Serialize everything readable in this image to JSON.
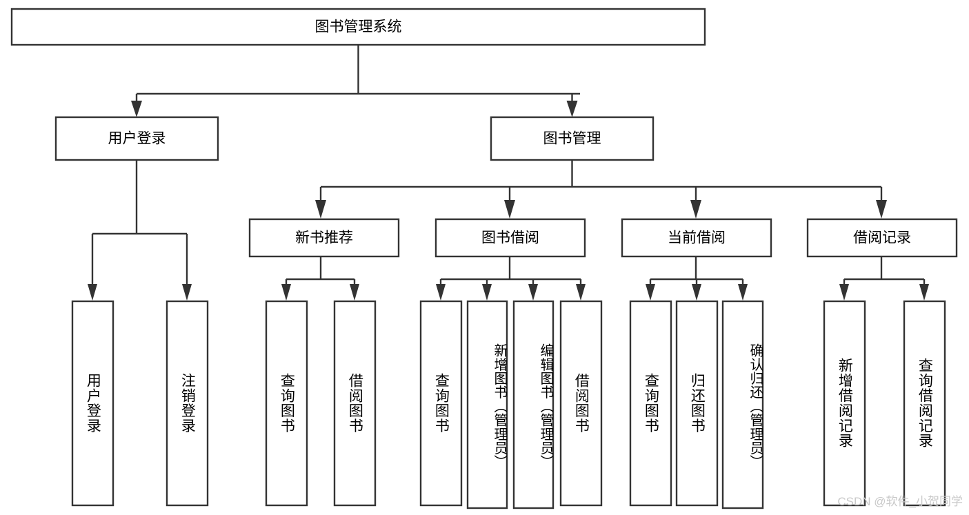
{
  "diagram": {
    "title": "图书管理系统",
    "type": "tree",
    "orientation": "top-down",
    "watermark": "CSDN @软件_小贺同学",
    "colors": {
      "box_stroke": "#333333",
      "box_fill": "#ffffff",
      "connector": "#333333",
      "label_text": "#000000",
      "watermark_text": "#c9c9c9",
      "background": "#ffffff"
    },
    "nodes": {
      "root": {
        "label": "图书管理系统",
        "level": 1
      },
      "user_login": {
        "label": "用户登录",
        "level": 2
      },
      "book_manage": {
        "label": "图书管理",
        "level": 2
      },
      "new_book_rec": {
        "label": "新书推荐",
        "level": 3
      },
      "book_borrow": {
        "label": "图书借阅",
        "level": 3
      },
      "current_borrow": {
        "label": "当前借阅",
        "level": 3
      },
      "borrow_record": {
        "label": "借阅记录",
        "level": 3
      }
    },
    "leaves": {
      "user_login_1": {
        "label": "用户登录"
      },
      "user_login_2": {
        "label": "注销登录"
      },
      "new_book_rec_1": {
        "label": "查询图书"
      },
      "new_book_rec_2": {
        "label": "借阅图书"
      },
      "book_borrow_1": {
        "label": "查询图书"
      },
      "book_borrow_2": {
        "label": "新增图书（管理员）"
      },
      "book_borrow_3": {
        "label": "编辑图书（管理员）"
      },
      "book_borrow_4": {
        "label": "借阅图书"
      },
      "current_borrow_1": {
        "label": "查询图书"
      },
      "current_borrow_2": {
        "label": "归还图书"
      },
      "current_borrow_3": {
        "label": "确认归还（管理员）"
      },
      "borrow_record_1": {
        "label": "新增借阅记录"
      },
      "borrow_record_2": {
        "label": "查询借阅记录"
      }
    }
  },
  "chart_data": {
    "type": "diagram",
    "title": "图书管理系统",
    "tree": [
      {
        "label": "图书管理系统",
        "children": [
          {
            "label": "用户登录",
            "children": [
              {
                "label": "用户登录"
              },
              {
                "label": "注销登录"
              }
            ]
          },
          {
            "label": "图书管理",
            "children": [
              {
                "label": "新书推荐",
                "children": [
                  {
                    "label": "查询图书"
                  },
                  {
                    "label": "借阅图书"
                  }
                ]
              },
              {
                "label": "图书借阅",
                "children": [
                  {
                    "label": "查询图书"
                  },
                  {
                    "label": "新增图书（管理员）"
                  },
                  {
                    "label": "编辑图书（管理员）"
                  },
                  {
                    "label": "借阅图书"
                  }
                ]
              },
              {
                "label": "当前借阅",
                "children": [
                  {
                    "label": "查询图书"
                  },
                  {
                    "label": "归还图书"
                  },
                  {
                    "label": "确认归还（管理员）"
                  }
                ]
              },
              {
                "label": "借阅记录",
                "children": [
                  {
                    "label": "新增借阅记录"
                  },
                  {
                    "label": "查询借阅记录"
                  }
                ]
              }
            ]
          }
        ]
      }
    ]
  }
}
